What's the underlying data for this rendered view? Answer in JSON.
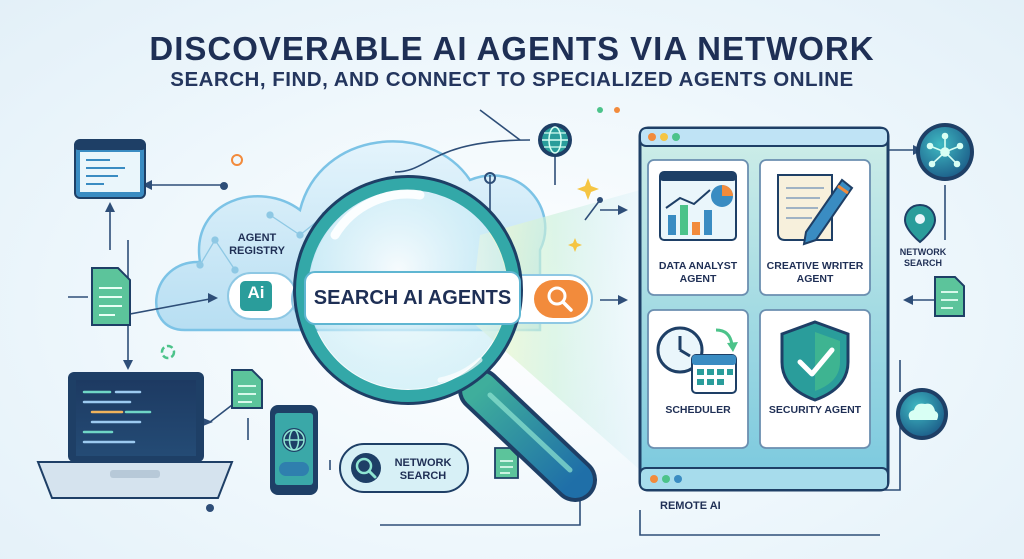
{
  "header": {
    "title": "DISCOVERABLE AI AGENTS VIA NETWORK",
    "subtitle": "SEARCH, FIND, AND CONNECT TO SPECIALIZED AGENTS ONLINE"
  },
  "registry": {
    "label_line1": "AGENT",
    "label_line2": "REGISTRY",
    "badge": "Ai"
  },
  "search": {
    "text": "SEARCH AI AGENTS"
  },
  "network_pill": {
    "line1": "NETWORK",
    "line2": "SEARCH"
  },
  "network_right": {
    "line1": "NETWORK",
    "line2": "SEARCH"
  },
  "agents": [
    {
      "line1": "DATA ANALYST",
      "line2": "AGENT"
    },
    {
      "line1": "CREATIVE WRITER",
      "line2": "AGENT"
    },
    {
      "line1": "SCHEDULER",
      "line2": ""
    },
    {
      "line1": "SECURITY AGENT",
      "line2": ""
    }
  ],
  "remote_label": "REMOTE AI",
  "colors": {
    "navy": "#1e2f55",
    "teal": "#2a9d9b",
    "green": "#4cc38a",
    "orange": "#f28b3c",
    "sky": "#bfe3f5"
  }
}
